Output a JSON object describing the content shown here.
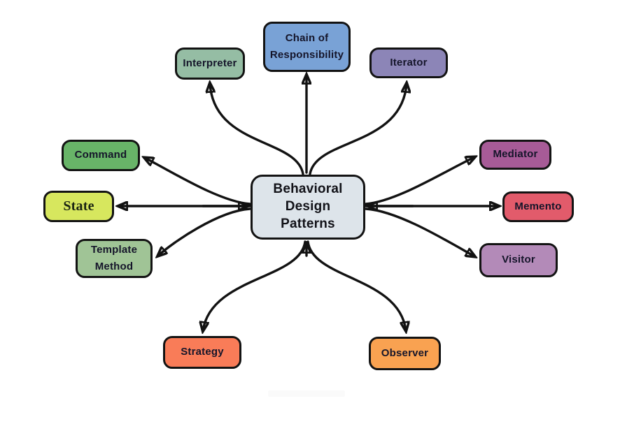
{
  "diagram": {
    "type": "mind-map",
    "title": "Behavioral Design Patterns"
  },
  "nodes": {
    "center": {
      "label": "Behavioral\nDesign\nPatterns",
      "fill": "#dde4ea"
    },
    "interpreter": {
      "label": "Interpreter",
      "fill": "#95bda4"
    },
    "chain": {
      "label": "Chain of\nResponsibility",
      "fill": "#79a2d6"
    },
    "iterator": {
      "label": "Iterator",
      "fill": "#8c85b7"
    },
    "command": {
      "label": "Command",
      "fill": "#68b468"
    },
    "state": {
      "label": "State",
      "fill": "#d7e75e"
    },
    "template": {
      "label": "Template\nMethod",
      "fill": "#a0c496"
    },
    "mediator": {
      "label": "Mediator",
      "fill": "#a75b97"
    },
    "memento": {
      "label": "Memento",
      "fill": "#e25b6b"
    },
    "visitor": {
      "label": "Visitor",
      "fill": "#b38ab8"
    },
    "strategy": {
      "label": "Strategy",
      "fill": "#f97c58"
    },
    "observer": {
      "label": "Observer",
      "fill": "#f9a251"
    }
  },
  "connections": [
    {
      "from": "center",
      "to": "interpreter",
      "bidirectional": false
    },
    {
      "from": "center",
      "to": "chain",
      "bidirectional": false
    },
    {
      "from": "center",
      "to": "iterator",
      "bidirectional": false
    },
    {
      "from": "center",
      "to": "command",
      "bidirectional": false
    },
    {
      "from": "center",
      "to": "state",
      "bidirectional": true
    },
    {
      "from": "center",
      "to": "template",
      "bidirectional": false
    },
    {
      "from": "center",
      "to": "mediator",
      "bidirectional": false
    },
    {
      "from": "center",
      "to": "memento",
      "bidirectional": true
    },
    {
      "from": "center",
      "to": "visitor",
      "bidirectional": false
    },
    {
      "from": "center",
      "to": "strategy",
      "bidirectional": false
    },
    {
      "from": "center",
      "to": "observer",
      "bidirectional": false
    }
  ],
  "colors": {
    "background": "#ffffff",
    "line": "#121212",
    "node_border": "#131313",
    "label_text": "#15152a"
  }
}
